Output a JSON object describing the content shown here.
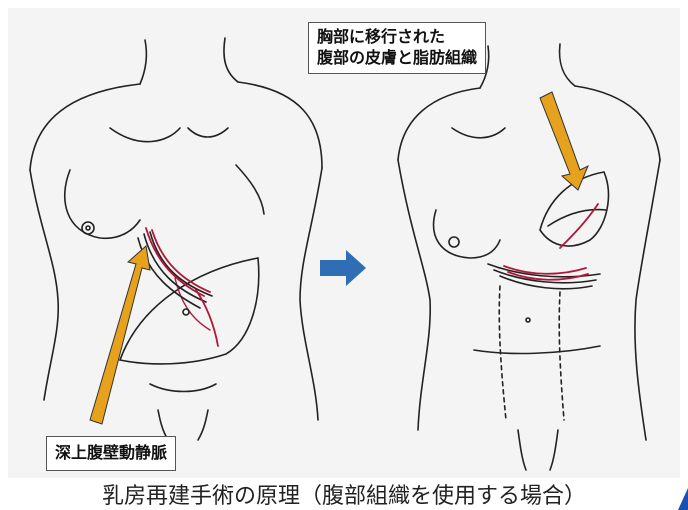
{
  "labels": {
    "transferred_tissue_line1": "胸部に移行された",
    "transferred_tissue_line2": "腹部の皮膚と脂肪組織",
    "vessel": "深上腹壁動静脈"
  },
  "caption": "乳房再建手術の原理（腹部組織を使用する場合）",
  "colors": {
    "background_panel": "#f4f4f4",
    "pointer_arrow": "#e6a21c",
    "transition_arrow": "#2f6db5",
    "vessel": "#b0183a",
    "outline": "#222222"
  },
  "icons": {
    "transition": "right-arrow-icon",
    "pointer": "diagonal-arrow-icon"
  }
}
